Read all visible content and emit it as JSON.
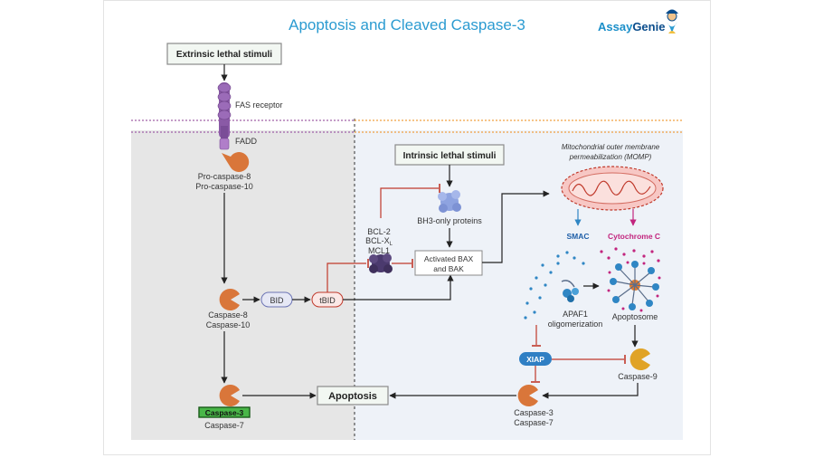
{
  "title": "Apoptosis and Cleaved Caspase-3",
  "brand": {
    "name_part1": "Assay",
    "name_part2": "Genie",
    "color1": "#1b8fc9",
    "color2": "#0b4d8c"
  },
  "colors": {
    "caspase": "#d9763a",
    "caspase9": "#e0a326",
    "inhibitor": "#c0392b",
    "blue_node": "#2f86c4",
    "cytochrome": "#c2257e",
    "membrane_left": "#a060a8",
    "membrane_right": "#f0a040"
  },
  "boxes": {
    "extrinsic": "Extrinsic lethal stimuli",
    "intrinsic": "Intrinsic lethal stimuli",
    "bax_line1": "Activated BAX",
    "bax_line2": "and BAK",
    "apoptosis": "Apoptosis"
  },
  "labels": {
    "fas_receptor": "FAS receptor",
    "fadd": "FADD",
    "procaspase8": "Pro-caspase-8",
    "procaspase10": "Pro-caspase-10",
    "caspase8": "Caspase-8",
    "caspase10": "Caspase-10",
    "caspase3_badge": "Caspase-3",
    "caspase7": "Caspase-7",
    "bid": "BID",
    "tbid": "tBID",
    "bcl2": "BCL-2",
    "bclx_main": "BCL-X",
    "bclx_sub": "L",
    "mcl1": "MCL1",
    "bh3": "BH3-only proteins",
    "momp_line1": "Mitochondrial outer membrane",
    "momp_line2": "permeabilization (MOMP)",
    "smac": "SMAC",
    "cytochrome_c": "Cytochrome C",
    "apaf1_line1": "APAF1",
    "apaf1_line2": "oligomerization",
    "apoptosome": "Apoptosome",
    "xiap": "XIAP",
    "caspase9": "Caspase-9",
    "caspase3_right": "Caspase-3",
    "caspase7_right": "Caspase-7"
  }
}
